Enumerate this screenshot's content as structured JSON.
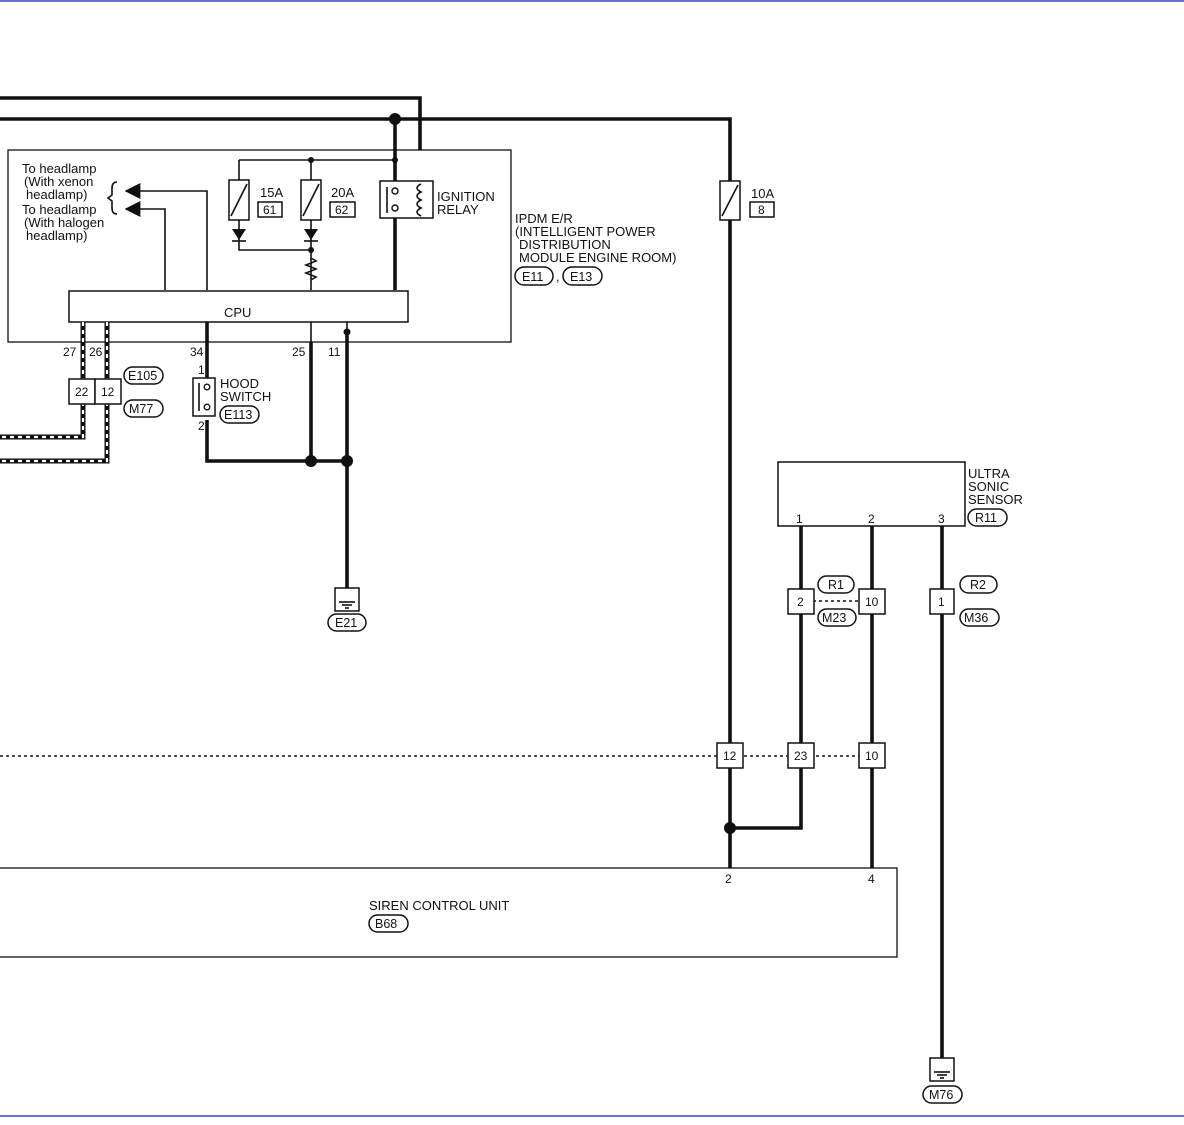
{
  "ipdm": {
    "headlamp_xenon": [
      "To headlamp",
      "(With xenon",
      "headlamp)"
    ],
    "headlamp_halogen": [
      "To headlamp",
      "(With halogen",
      "headlamp)"
    ],
    "fuse_15a": "15A",
    "fuse_15a_no": "61",
    "fuse_20a": "20A",
    "fuse_20a_no": "62",
    "relay_label": [
      "IGNITION",
      "RELAY"
    ],
    "title": [
      "IPDM E/R",
      "(INTELLIGENT POWER",
      "DISTRIBUTION",
      "MODULE ENGINE ROOM)"
    ],
    "conn_a": "E11",
    "conn_sep": ",",
    "conn_b": "E13",
    "cpu": "CPU",
    "pins": [
      "27",
      "26",
      "34",
      "25",
      "11"
    ]
  },
  "fuse_10a": {
    "rating": "10A",
    "number": "8"
  },
  "joint_e105": {
    "left": "22",
    "right": "12",
    "conn_top": "E105",
    "conn_bottom": "M77"
  },
  "hood_switch": {
    "label": [
      "HOOD",
      "SWITCH"
    ],
    "pin_top": "1",
    "pin_bottom": "2",
    "conn": "E113"
  },
  "ground_e21": "E21",
  "ultrasonic": {
    "label": [
      "ULTRA",
      "SONIC",
      "SENSOR"
    ],
    "conn": "R11",
    "pins": [
      "1",
      "2",
      "3"
    ]
  },
  "joint_r1": {
    "left": "2",
    "right": "10",
    "conn_top": "R1",
    "conn_bottom": "M23"
  },
  "joint_r2": {
    "cell": "1",
    "conn_top": "R2",
    "conn_bottom": "M36"
  },
  "row_joint": [
    "12",
    "23",
    "10"
  ],
  "siren": {
    "title": "SIREN CONTROL UNIT",
    "conn": "B68",
    "pin_a": "2",
    "pin_b": "4"
  },
  "ground_m76": "M76"
}
